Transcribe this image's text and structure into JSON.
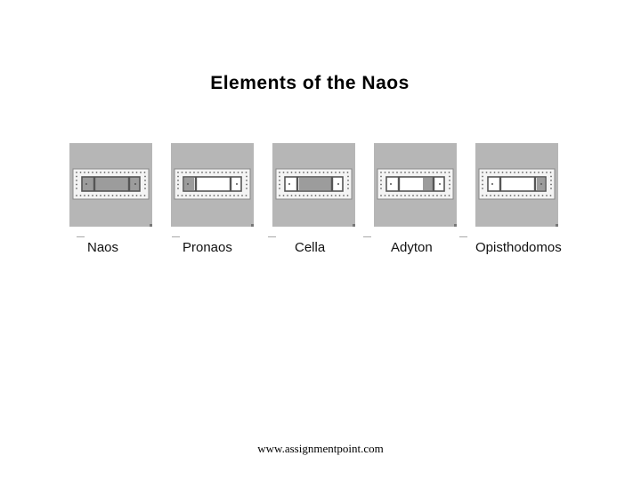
{
  "title": "Elements of the Naos",
  "items": [
    {
      "label": "Naos",
      "highlight": "naos"
    },
    {
      "label": "Pronaos",
      "highlight": "pronaos"
    },
    {
      "label": "Cella",
      "highlight": "cella"
    },
    {
      "label": "Adyton",
      "highlight": "adyton"
    },
    {
      "label": "Opisthodomos",
      "highlight": "opisthodomos"
    }
  ],
  "footer": "www.assignmentpoint.com",
  "colors": {
    "panel": "#b6b6b6",
    "highlight": "#9c9c9c",
    "plan_fill": "#f4f4f4",
    "stroke": "#555555"
  }
}
